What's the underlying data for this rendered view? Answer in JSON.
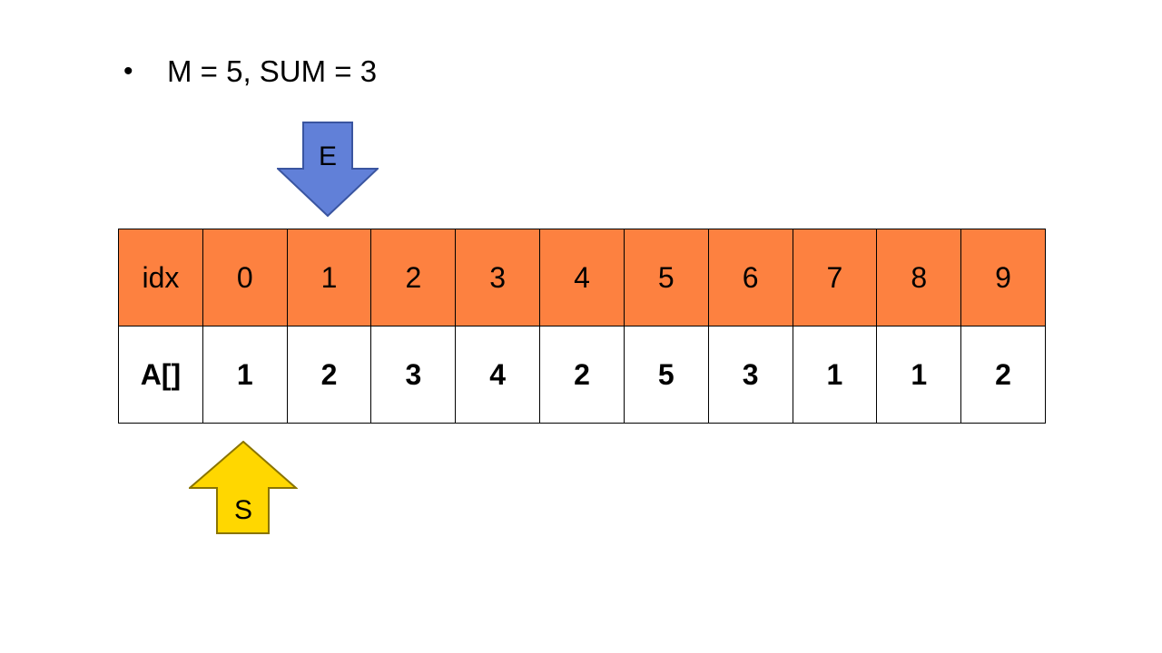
{
  "bullet": {
    "symbol": "•",
    "text": "M = 5, SUM = 3"
  },
  "end_pointer": {
    "label": "E",
    "color": "#6180d8",
    "direction": "down",
    "points_to_index": 1
  },
  "start_pointer": {
    "label": "S",
    "color": "#ffd700",
    "direction": "up",
    "points_to_index": 0
  },
  "table": {
    "header_color": "#fd8140",
    "idx_label": "idx",
    "arr_label": "A[]",
    "indices": [
      "0",
      "1",
      "2",
      "3",
      "4",
      "5",
      "6",
      "7",
      "8",
      "9"
    ],
    "values": [
      "1",
      "2",
      "3",
      "4",
      "2",
      "5",
      "3",
      "1",
      "1",
      "2"
    ]
  }
}
